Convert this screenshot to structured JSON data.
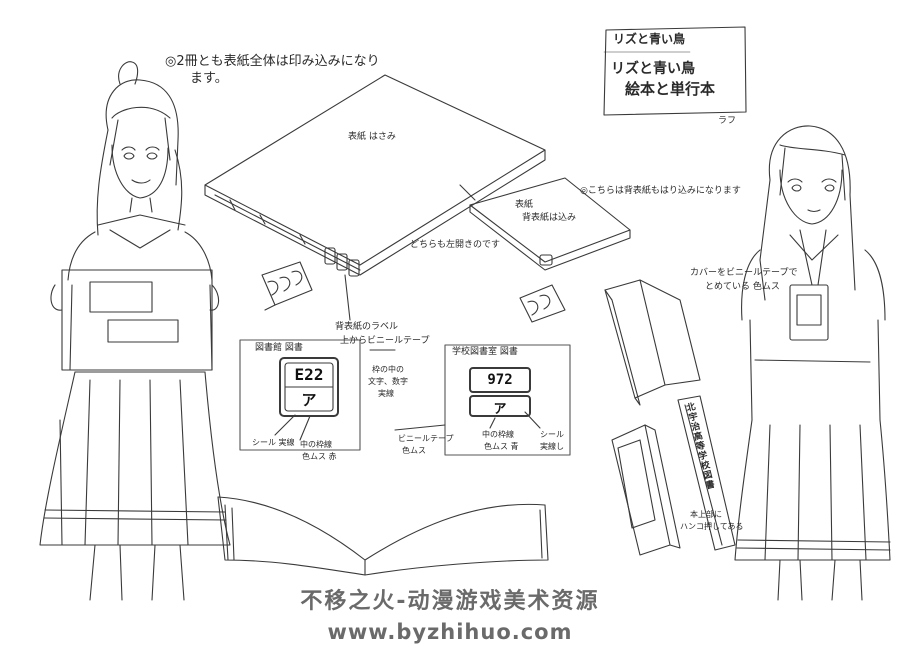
{
  "notes": {
    "top_note_line1": "◎2冊とも表紙全体は印み込みになり",
    "top_note_line2": "ます。",
    "cover_label": "表紙 はさみ",
    "right_book_label_line1": "表紙",
    "right_book_label_line2": "背表紙は込み",
    "right_book_note": "◎こちらは背表紙もはり込みになります",
    "both_same": "どちらも左開きのです",
    "spine_label_line1": "背表紙のラベル",
    "spine_label_line2": "上からビニールテープ",
    "vinyl_note_line1": "カバーをビニールテープで",
    "vinyl_note_line2": "とめている 色ムス",
    "library_left": "図書館 図書",
    "library_right": "学校図書室 図書",
    "tag_left_top": "E22",
    "tag_left_bottom": "ア",
    "tag_right_top": "972",
    "tag_right_bottom": "ア",
    "middle_note_line1": "枠の中の",
    "middle_note_line2": "文字、数字",
    "middle_note_line3": "実線",
    "seal_left": "シール 実線",
    "inner_frame_left_line1": "中の枠線",
    "inner_frame_left_line2": "色ムス 赤",
    "vinyl_tape": "ビニールテープ",
    "color_none": "色ムス",
    "inner_frame_right_line1": "中の枠線",
    "inner_frame_right_line2": "色ムス 青",
    "seal_right_line1": "シール",
    "seal_right_line2": "実線し",
    "spine_book_text": "北宇治高等学校図書",
    "stamp_note_line1": "本上部に",
    "stamp_note_line2": "ハンコ押してある",
    "title_line1": "リズと青い鳥",
    "title_line2": "リズと青い鳥",
    "title_line3": "絵本と単行本",
    "signature": "ラフ"
  },
  "watermark": {
    "line1": "不移之火-动漫游戏美术资源",
    "line2": "www.byzhihuo.com"
  }
}
